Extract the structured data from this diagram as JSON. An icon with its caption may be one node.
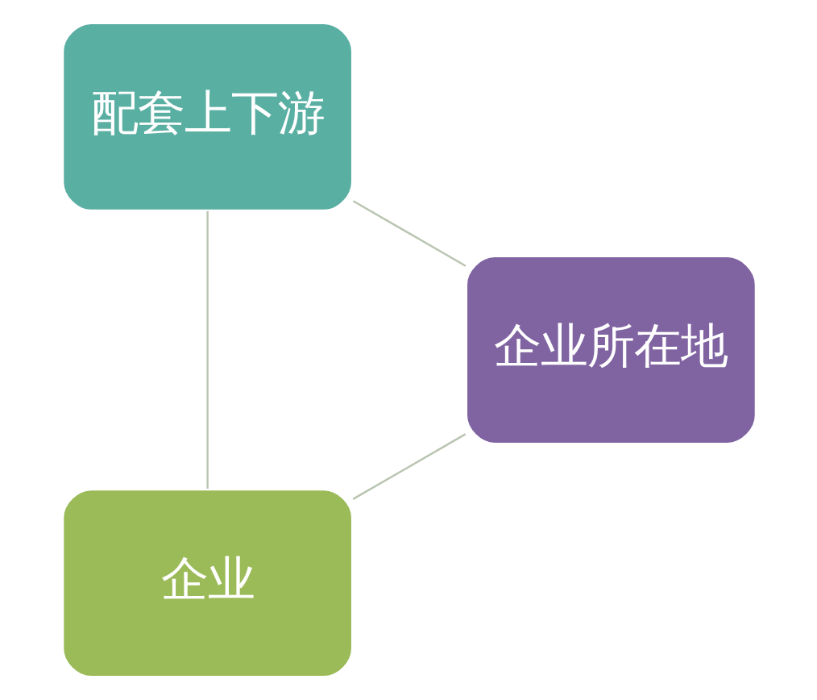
{
  "diagram": {
    "nodes": [
      {
        "text": [
          "企业"
        ]
      },
      {
        "text": [
          "配套上下游"
        ]
      },
      {
        "text": [
          "企业所在地"
        ]
      }
    ],
    "edges": [
      {
        "from": 0,
        "to": 1,
        "arrow": "none"
      },
      {
        "from": 1,
        "to": 2,
        "arrow": "none"
      },
      {
        "from": 2,
        "to": 0,
        "arrow": "none"
      }
    ]
  }
}
